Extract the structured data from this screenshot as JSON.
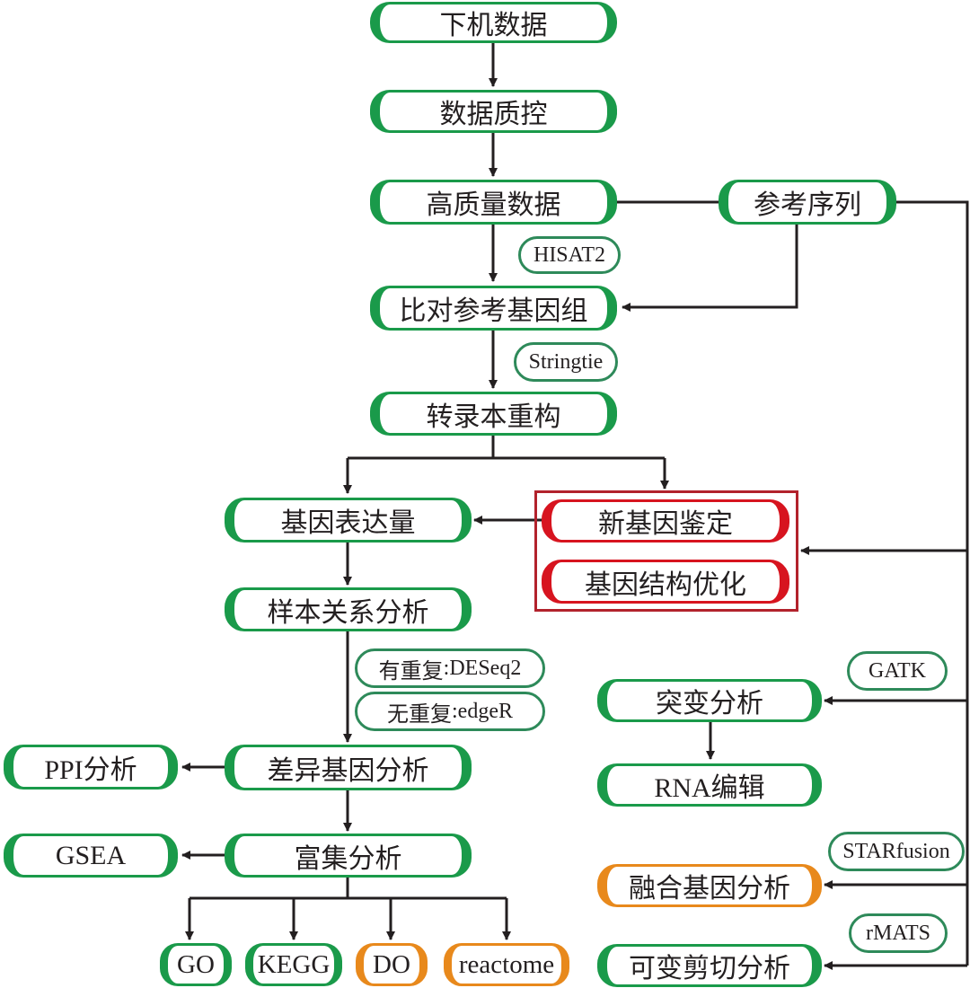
{
  "colors": {
    "green": "#1a9a4a",
    "red": "#d7141f",
    "orange": "#e8891c",
    "line": "#231f20"
  },
  "nodes": {
    "raw_data": "下机数据",
    "qc": "数据质控",
    "clean_data": "高质量数据",
    "reference": "参考序列",
    "alignment": "比对参考基因组",
    "transcript_reconstruction": "转录本重构",
    "gene_expression": "基因表达量",
    "novel_gene": "新基因鉴定",
    "gene_structure": "基因结构优化",
    "sample_relation": "样本关系分析",
    "deg": "差异基因分析",
    "ppi": "PPI分析",
    "enrichment": "富集分析",
    "gsea": "GSEA",
    "go": "GO",
    "kegg": "KEGG",
    "do": "DO",
    "reactome": "reactome",
    "mutation": "突变分析",
    "rna_editing": "RNA编辑",
    "fusion": "融合基因分析",
    "splicing": "可变剪切分析"
  },
  "tools": {
    "hisat2": "HISAT2",
    "stringtie": "Stringtie",
    "deseq2_prefix": "有重复",
    "deseq2": ":DESeq2",
    "edger_prefix": "无重复",
    "edger": ":edgeR",
    "gatk": "GATK",
    "starfusion": "STARfusion",
    "rmats": "rMATS"
  }
}
